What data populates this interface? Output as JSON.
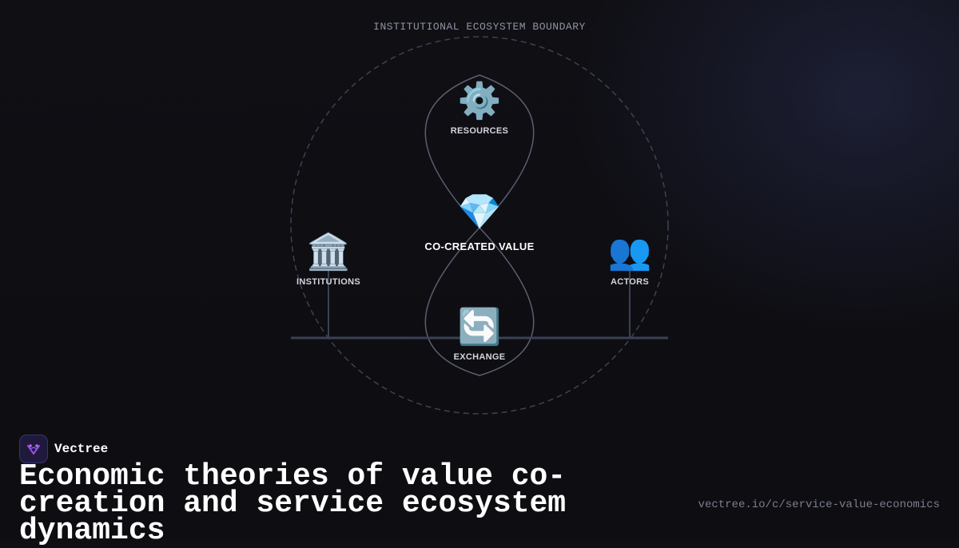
{
  "diagram": {
    "boundary_label": "INSTITUTIONAL ECOSYSTEM BOUNDARY",
    "nodes": {
      "resources": {
        "icon": "gear-icon",
        "glyph": "⚙️",
        "label": "RESOURCES"
      },
      "center": {
        "icon": "gem-icon",
        "glyph": "💎",
        "label": "CO-CREATED VALUE"
      },
      "institutions": {
        "icon": "classical-building-icon",
        "glyph": "🏛️",
        "label": "INSTITUTIONS"
      },
      "actors": {
        "icon": "people-icon",
        "glyph": "👥",
        "label": "ACTORS"
      },
      "exchange": {
        "icon": "refresh-arrows-icon",
        "glyph": "🔄",
        "label": "EXCHANGE"
      }
    },
    "colors": {
      "boundary": "#3d4254",
      "loop": "#5a6072",
      "baseline": "#3a4152"
    }
  },
  "brand": {
    "name": "Vectree",
    "logo_icon": "vectree-logo-icon",
    "logo_color": "#a24bd6"
  },
  "title": "Economic theories of value co-creation and service ecosystem dynamics",
  "url": "vectree.io/c/service-value-economics"
}
